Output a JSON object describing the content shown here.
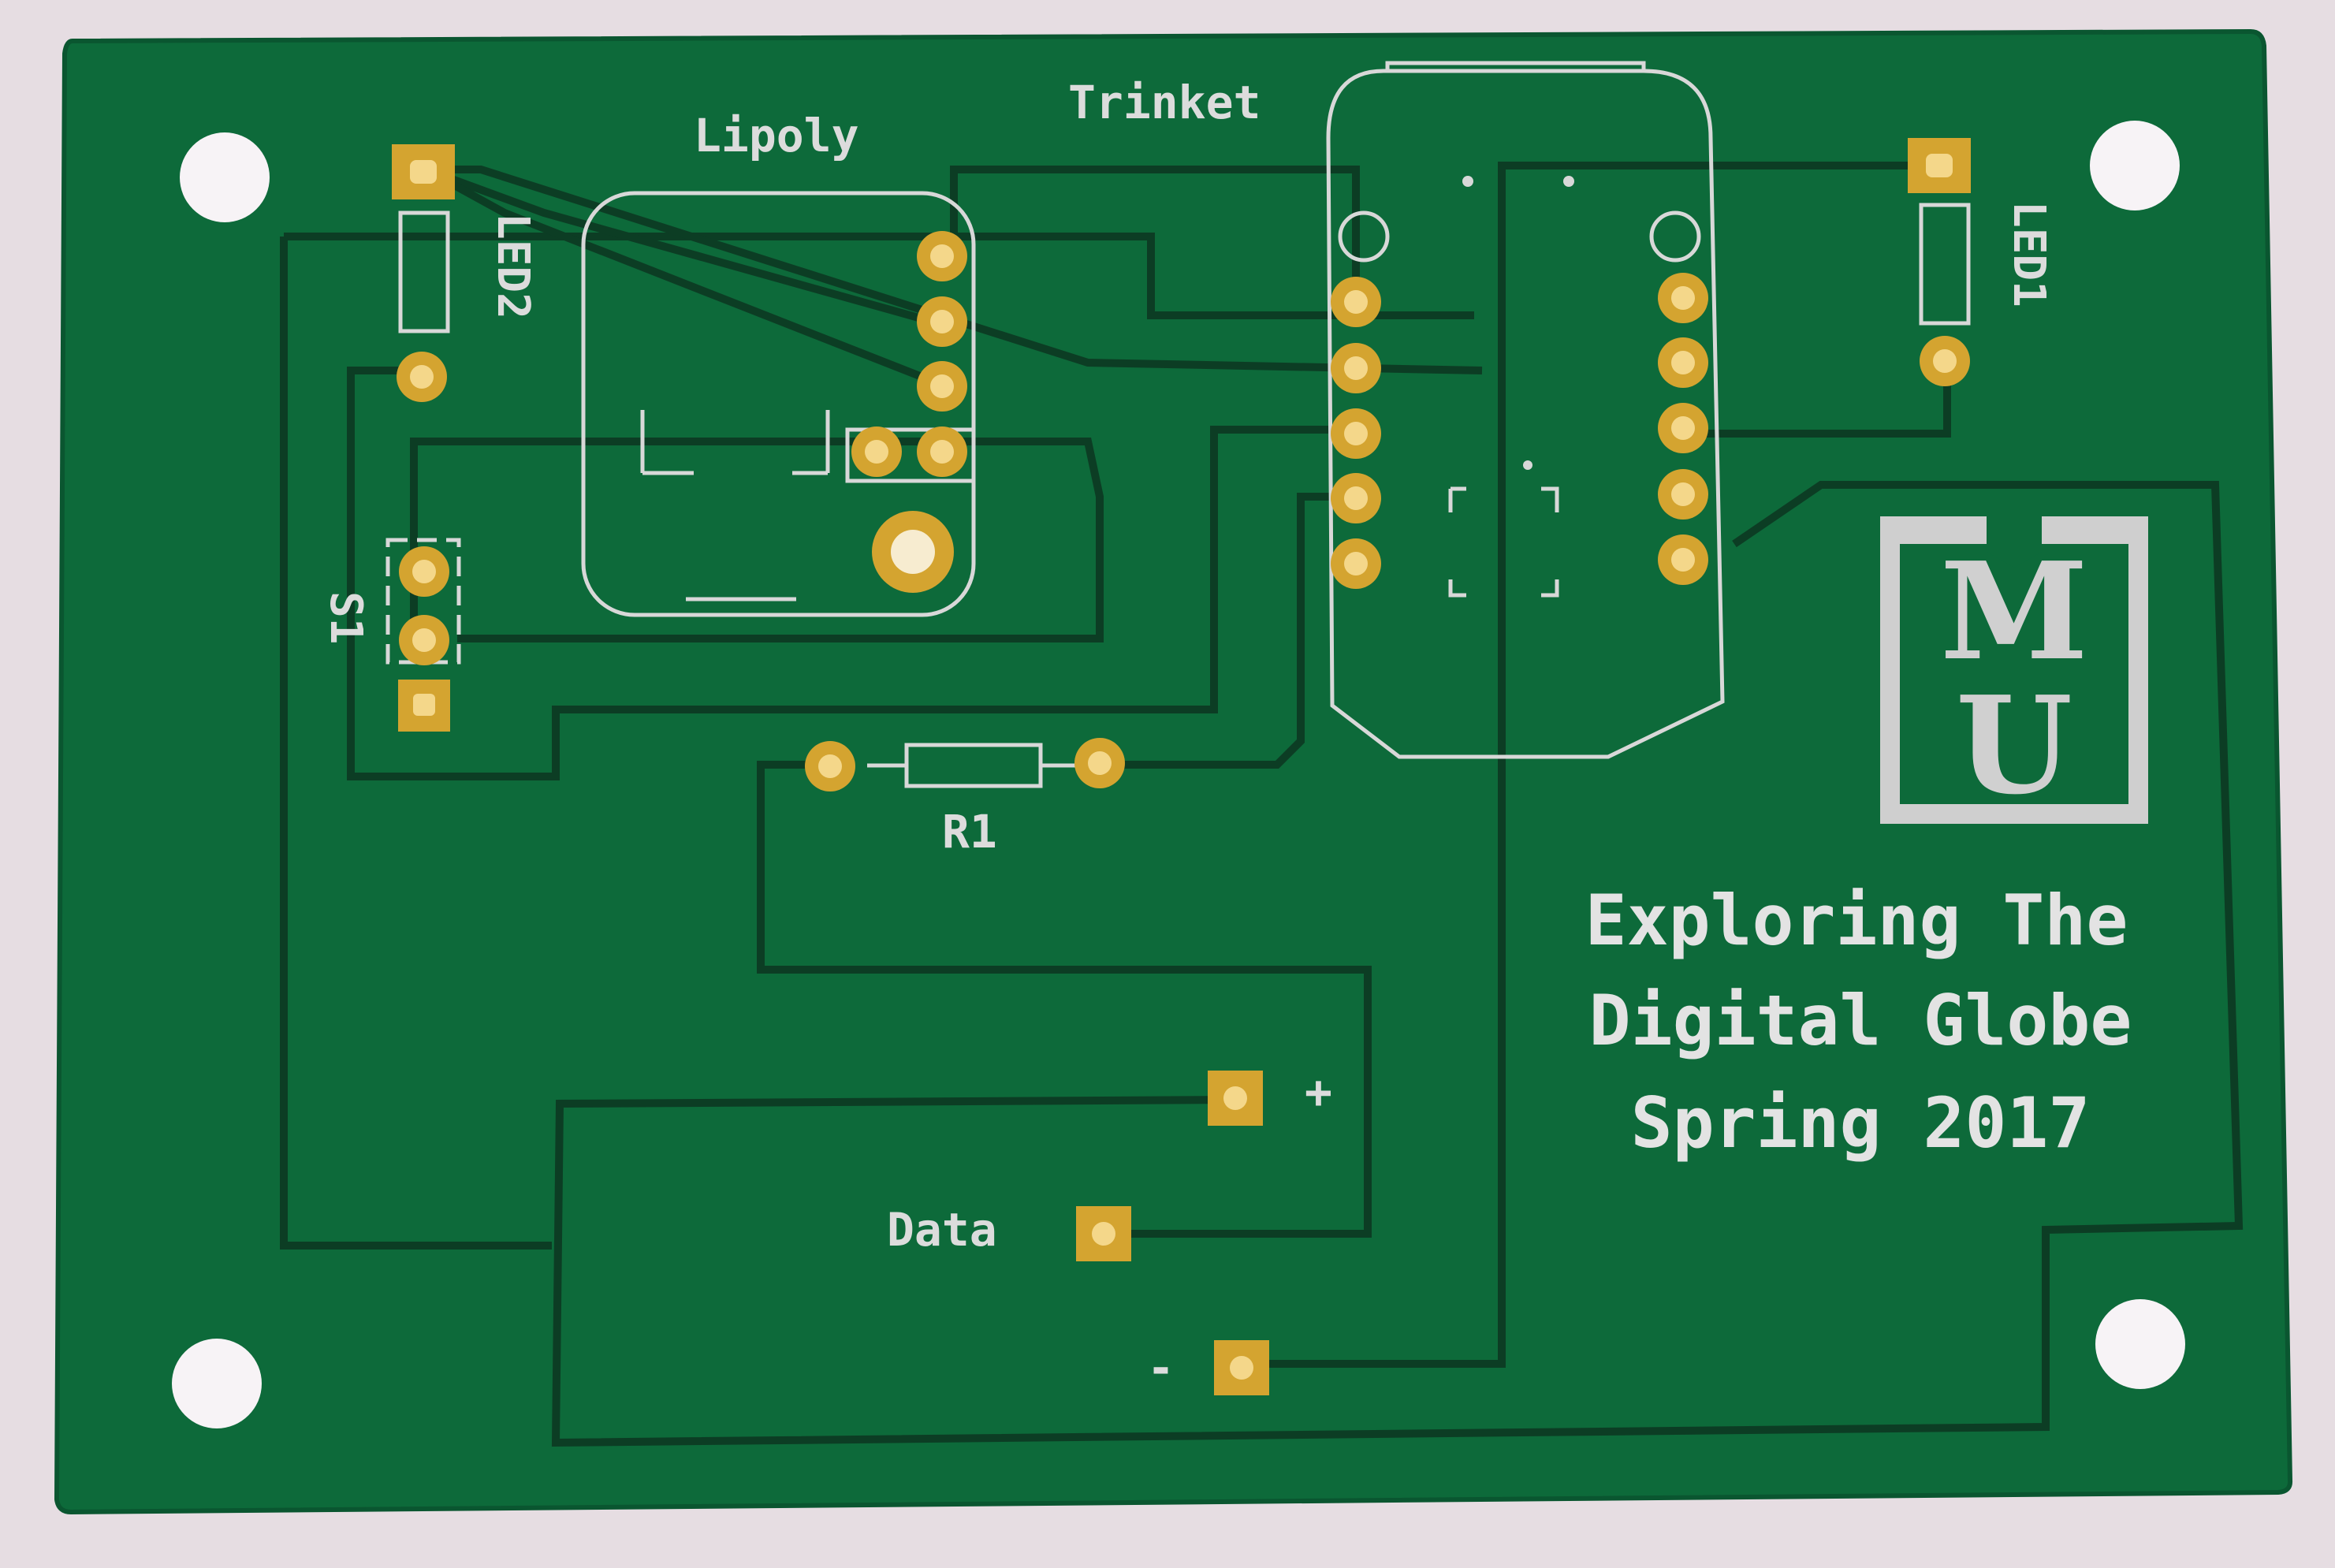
{
  "board": {
    "color": "#0d6a3a",
    "silkscreen_color": "#e0e0e0",
    "pad_color": "#d4a430",
    "labels": {
      "lipoly": "Lipoly",
      "trinket": "Trinket",
      "led2": "LED2",
      "led1": "LED1",
      "s1": "S1",
      "r1": "R1",
      "data": "Data",
      "plus": "+",
      "minus": "-"
    },
    "logo": {
      "top_letter": "M",
      "bottom_letter": "U"
    },
    "title_lines": [
      "Exploring The",
      "Digital Globe",
      "Spring 2017"
    ]
  }
}
